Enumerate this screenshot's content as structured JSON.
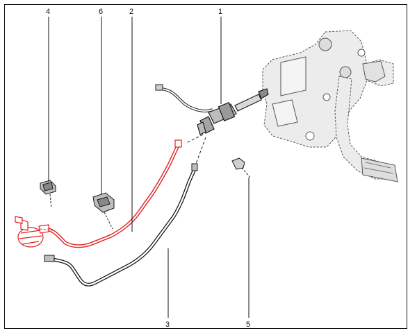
{
  "diagram": {
    "callouts": [
      {
        "id": "1",
        "label": "1"
      },
      {
        "id": "2",
        "label": "2"
      },
      {
        "id": "3",
        "label": "3"
      },
      {
        "id": "4",
        "label": "4"
      },
      {
        "id": "5",
        "label": "5"
      },
      {
        "id": "6",
        "label": "6"
      }
    ],
    "colors": {
      "line": "#1a1a1a",
      "highlight": "#e02020",
      "pedal_fill": "#e6e6e6"
    }
  }
}
